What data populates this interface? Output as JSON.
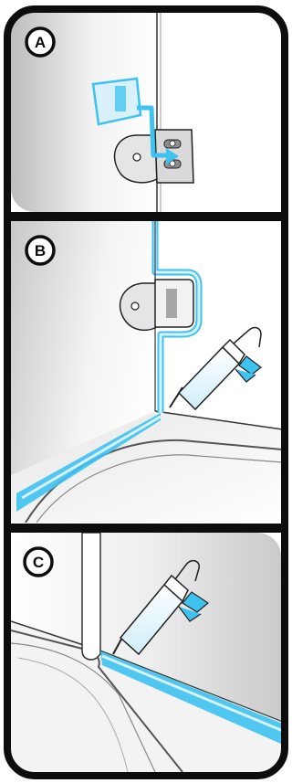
{
  "panels": [
    {
      "label": "A",
      "icon": "cover-cap-clip-icon"
    },
    {
      "label": "B",
      "icon": "caulk-glass-seam-icon"
    },
    {
      "label": "C",
      "icon": "caulk-tray-joint-icon"
    }
  ],
  "colors": {
    "frame": "#0d0d0d",
    "accent_blue": "#3ec2ef",
    "light_blue": "#d8f1fb",
    "background_gradient_start": "#cfcfcf",
    "background_gradient_end": "#ffffff",
    "metal": "#d9d9d9"
  }
}
